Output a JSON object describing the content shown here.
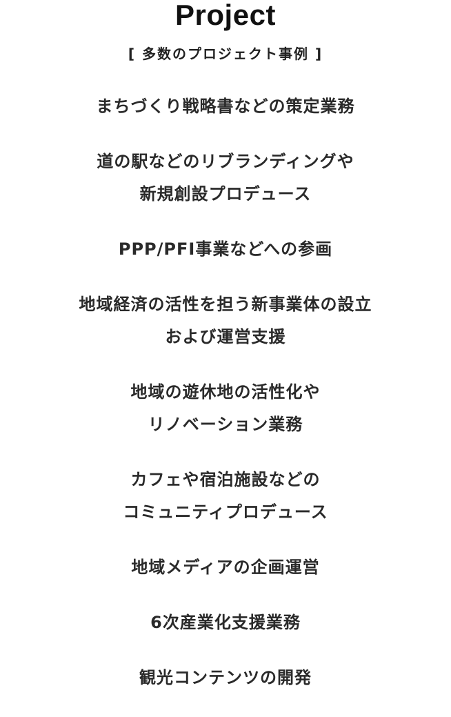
{
  "header": {
    "title": "Project",
    "subtitle": "[ 多数のプロジェクト事例 ]"
  },
  "items": [
    [
      "まちづくり戦略書などの策定業務"
    ],
    [
      "道の駅などのリブランディングや",
      "新規創設プロデュース"
    ],
    [
      "PPP/PFI事業などへの参画"
    ],
    [
      "地域経済の活性を担う新事業体の設立",
      "および運営支援"
    ],
    [
      "地域の遊休地の活性化や",
      "リノベーション業務"
    ],
    [
      "カフェや宿泊施設などの",
      "コミュニティプロデュース"
    ],
    [
      "地域メディアの企画運営"
    ],
    [
      "6次産業化支援業務"
    ],
    [
      "観光コンテンツの開発"
    ]
  ]
}
